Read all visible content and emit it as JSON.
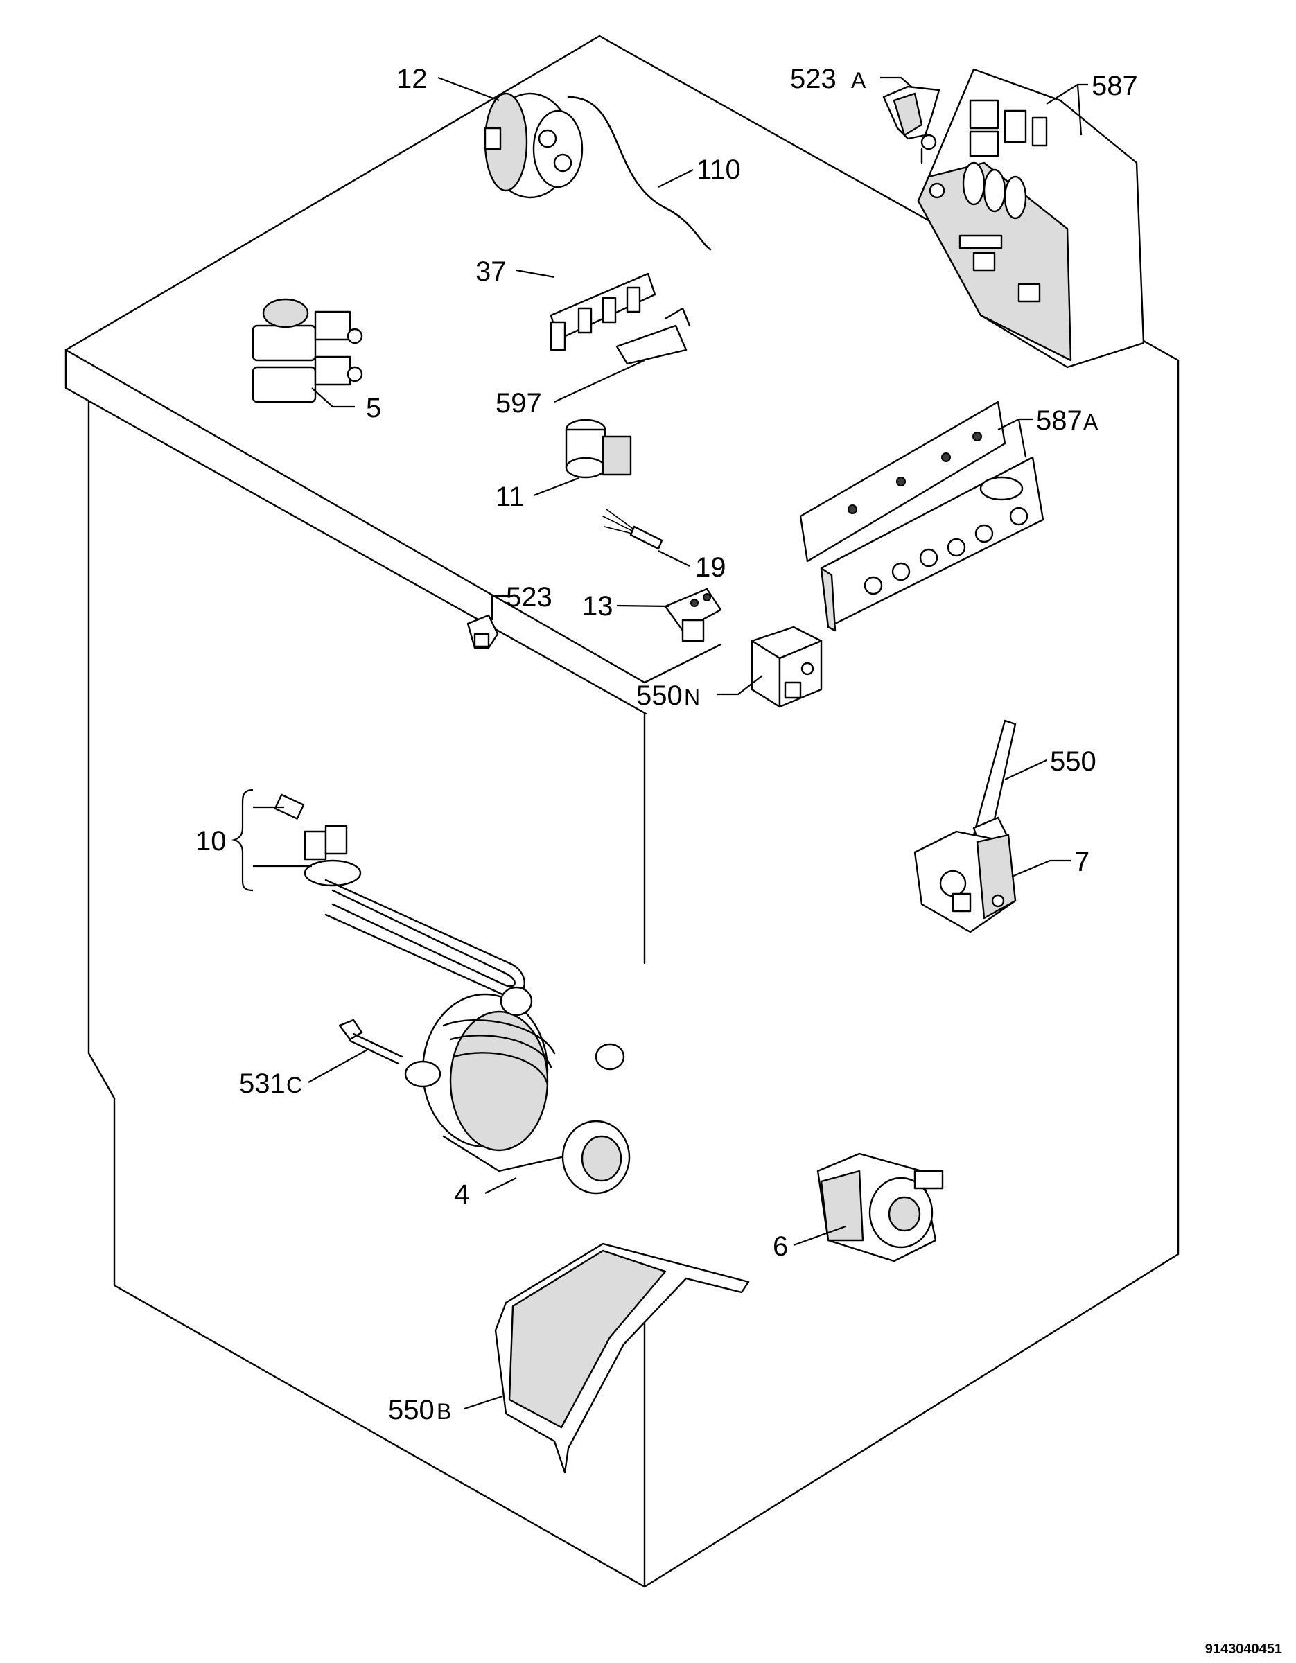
{
  "labels": {
    "p12": "12",
    "p110": "110",
    "p523a": "523",
    "p523a_suffix": "A",
    "p587": "587",
    "p37": "37",
    "p5": "5",
    "p597": "597",
    "p587a": "587",
    "p587a_suffix": "A",
    "p11": "11",
    "p19": "19",
    "p523": "523",
    "p13": "13",
    "p550n": "550",
    "p550n_suffix": "N",
    "p550": "550",
    "p10": "10",
    "p7": "7",
    "p531c": "531",
    "p531c_suffix": "C",
    "p4": "4",
    "p6": "6",
    "p550b": "550",
    "p550b_suffix": "B"
  },
  "document_number": "9143040451"
}
